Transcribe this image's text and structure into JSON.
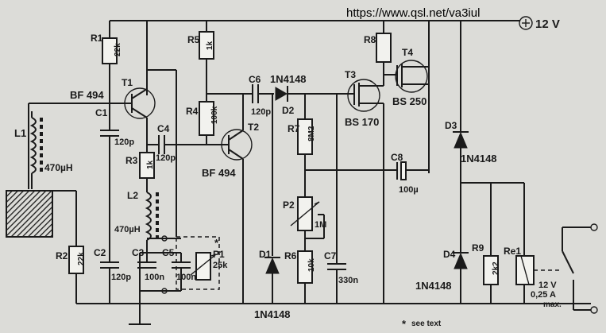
{
  "header": {
    "url": "https://www.qsl.net/va3iul"
  },
  "supply": {
    "label": "12 V"
  },
  "components": {
    "r1": {
      "ref": "R1",
      "value": "22k"
    },
    "r2": {
      "ref": "R2",
      "value": "22k"
    },
    "r3": {
      "ref": "R3",
      "value": "1k"
    },
    "r4": {
      "ref": "R4",
      "value": "100k"
    },
    "r5": {
      "ref": "R5",
      "value": "1k"
    },
    "r6": {
      "ref": "R6",
      "value": "10k"
    },
    "r7": {
      "ref": "R7",
      "value": "8M2"
    },
    "r8": {
      "ref": "R8"
    },
    "r9": {
      "ref": "R9",
      "value": "2k2"
    },
    "c1": {
      "ref": "C1",
      "value": "120p"
    },
    "c2": {
      "ref": "C2",
      "value": "120p"
    },
    "c3": {
      "ref": "C3",
      "value": "100n"
    },
    "c4": {
      "ref": "C4",
      "value": "120p"
    },
    "c5": {
      "ref": "C5",
      "value": "100n"
    },
    "c6": {
      "ref": "C6",
      "value": "120p"
    },
    "c7": {
      "ref": "C7",
      "value": "330n"
    },
    "c8": {
      "ref": "C8",
      "value": "100µ"
    },
    "l1": {
      "ref": "L1",
      "value": "470µH"
    },
    "l2": {
      "ref": "L2",
      "value": "470µH"
    },
    "t1": {
      "ref": "T1",
      "type": "BF 494"
    },
    "t2": {
      "ref": "T2",
      "type": "BF 494"
    },
    "t3": {
      "ref": "T3",
      "type": "BS 170"
    },
    "t4": {
      "ref": "T4",
      "type": "BS 250"
    },
    "d1": {
      "ref": "D1",
      "type": "1N4148"
    },
    "d2": {
      "ref": "D2",
      "type": "1N4148"
    },
    "d3": {
      "ref": "D3",
      "type": "1N4148"
    },
    "d4": {
      "ref": "D4",
      "type": "1N4148"
    },
    "p1": {
      "ref": "P1",
      "value": "25k",
      "mark": "*"
    },
    "p2": {
      "ref": "P2",
      "value": "1M"
    },
    "re1": {
      "ref": "Re1",
      "rating_v": "12 V",
      "rating_a": "0,25 A",
      "rating_max": "max."
    }
  },
  "footnote": {
    "mark": "*",
    "text": "see text"
  }
}
